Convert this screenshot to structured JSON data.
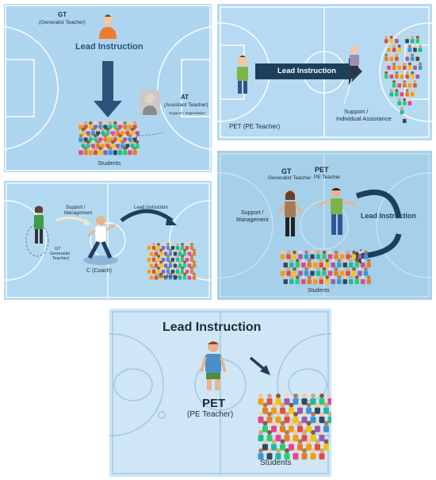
{
  "colors": {
    "court_bg": "#a9d2ee",
    "court_line": "#ffffff",
    "arrow_dark": "#1d3f5c",
    "arrow_blue": "#2e5f8a"
  },
  "panels": [
    {
      "id": "panel-1",
      "gt_abbr": "GT",
      "gt_full": "(Generalist Teacher)",
      "lead": "Lead Instruction",
      "at_abbr": "AT",
      "at_full": "(Assistant Teacher)",
      "support": "Support / Supervision",
      "students": "Students"
    },
    {
      "id": "panel-2",
      "lead": "Lead Instruction",
      "pet": "PET (PE Teacher)",
      "support_1": "Support /",
      "support_2": "Individual Assistance"
    },
    {
      "id": "panel-3",
      "support_1": "Support /",
      "support_2": "Management",
      "lead": "Lead Instruction",
      "gt_1": "GT",
      "gt_2": "Generalist",
      "gt_3": "Teacher)",
      "coach": "C (Coach)",
      "students": "Students"
    },
    {
      "id": "panel-4",
      "gt_abbr": "GT",
      "gt_full": "Generalist Teacher",
      "pet_abbr": "PET",
      "pet_full": "PE Teacher",
      "support_1": "Support /",
      "support_2": "Management",
      "lead": "Lead Instruction",
      "students": "Students"
    },
    {
      "id": "panel-5",
      "lead": "Lead Instruction",
      "pet_abbr": "PET",
      "pet_full": "(PE Teacher)",
      "students": "Students"
    }
  ]
}
